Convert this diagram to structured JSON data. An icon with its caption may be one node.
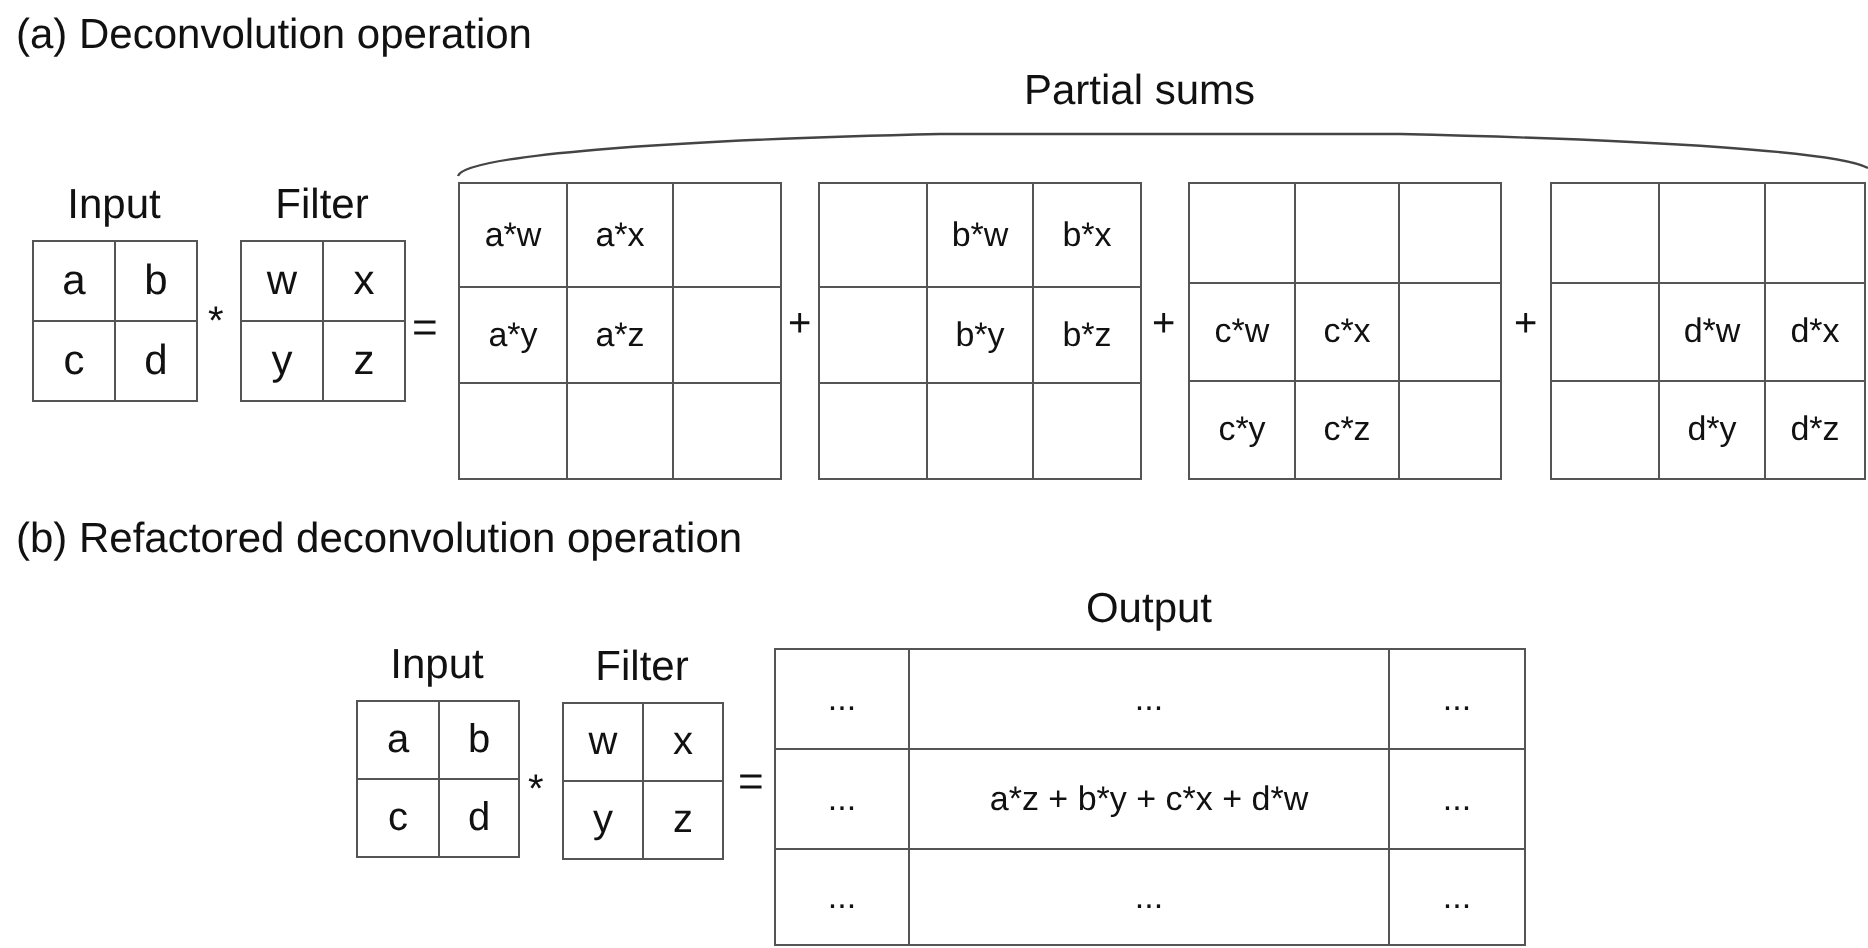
{
  "diagram": {
    "nodes": [
      {
        "text": [
          "Input",
          "a",
          "b",
          "c",
          "d"
        ]
      },
      {
        "text": [
          "Filter",
          "w",
          "x",
          "y",
          "z"
        ]
      },
      {
        "text": [
          "a*w",
          "a*x",
          "a*y",
          "a*z"
        ]
      },
      {
        "text": [
          "b*w",
          "b*x",
          "b*y",
          "b*z"
        ]
      },
      {
        "text": [
          "c*w",
          "c*x",
          "c*y",
          "c*z"
        ]
      },
      {
        "text": [
          "d*w",
          "d*x",
          "d*y",
          "d*z"
        ]
      },
      {
        "text": [
          "Input",
          "a",
          "b",
          "c",
          "d"
        ]
      },
      {
        "text": [
          "Filter",
          "w",
          "x",
          "y",
          "z"
        ]
      },
      {
        "text": [
          "Output",
          "...",
          "...",
          "...",
          "...",
          "a*z + b*y + c*x + d*w",
          "...",
          "...",
          "...",
          "..."
        ]
      }
    ],
    "labels": [
      "(a) Deconvolution operation",
      "Partial sums",
      "*",
      "=",
      "+",
      "+",
      "+",
      "(b) Refactored deconvolution operation",
      "*",
      "="
    ]
  }
}
